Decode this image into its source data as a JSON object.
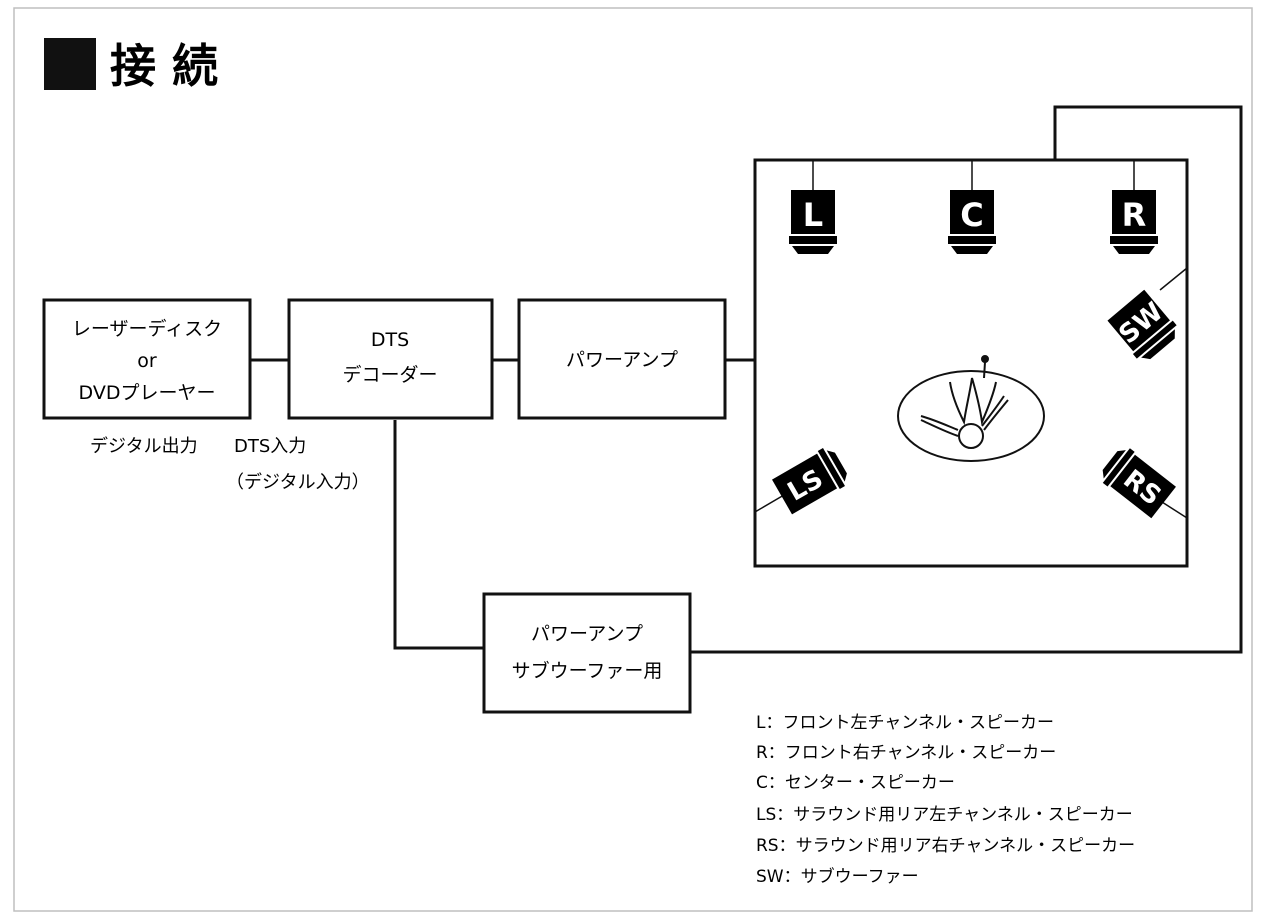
{
  "title": "接 続",
  "boxes": {
    "player": [
      "レーザーディスク",
      "or",
      "DVDプレーヤー"
    ],
    "decoder": [
      "DTS",
      "デコーダー"
    ],
    "amp": [
      "パワーアンプ"
    ],
    "sub_amp": [
      "パワーアンプ",
      "サブウーファー用"
    ]
  },
  "labels": {
    "digital_out": "デジタル出力",
    "dts_in": "DTS入力",
    "dts_in_sub": "（デジタル入力）"
  },
  "speakers": {
    "L": "L",
    "C": "C",
    "R": "R",
    "SW": "SW",
    "LS": "LS",
    "RS": "RS"
  },
  "legend": [
    "L：フロント左チャンネル・スピーカー",
    "R：フロント右チャンネル・スピーカー",
    "C：センター・スピーカー",
    "LS：サラウンド用リア左チャンネル・スピーカー",
    "RS：サラウンド用リア右チャンネル・スピーカー",
    "SW：サブウーファー"
  ],
  "colors": {
    "line": "#111111",
    "speaker_fill": "#000000",
    "speaker_text": "#ffffff"
  }
}
